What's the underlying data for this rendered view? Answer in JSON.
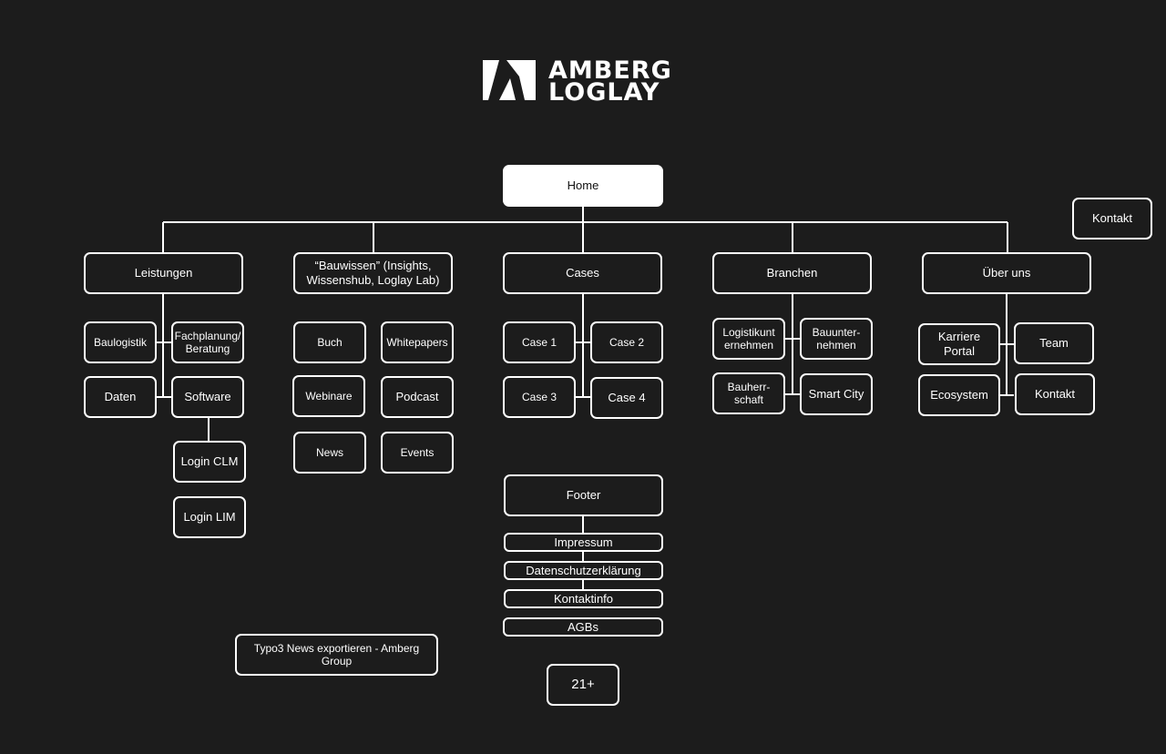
{
  "logo": {
    "line1": "AMBERG",
    "line2": "LOGLAY"
  },
  "nodes": {
    "home": "Home",
    "kontakt_top": "Kontakt",
    "leistungen": "Leistungen",
    "bauwissen": "“Bauwissen” (Insights,\nWissenshub, Loglay Lab)",
    "cases": "Cases",
    "branchen": "Branchen",
    "ueber_uns": "Über uns",
    "baulogistik": "Baulogistik",
    "fachplanung": "Fachplanung/\nBeratung",
    "daten": "Daten",
    "software": "Software",
    "login_clm": "Login CLM",
    "login_lim": "Login LIM",
    "buch": "Buch",
    "whitepapers": "Whitepapers",
    "webinare": "Webinare",
    "podcast": "Podcast",
    "news": "News",
    "events": "Events",
    "case1": "Case 1",
    "case2": "Case 2",
    "case3": "Case 3",
    "case4": "Case 4",
    "logistikunternehmen": "Logistikunt\nernehmen",
    "bauunternehmen": "Bauunter-\nnehmen",
    "bauherrschaft": "Bauherr-\nschaft",
    "smart_city": "Smart City",
    "karriere_portal": "Karriere\nPortal",
    "team": "Team",
    "ecosystem": "Ecosystem",
    "kontakt_ueber": "Kontakt",
    "footer": "Footer",
    "impressum": "Impressum",
    "datenschutz": "Datenschutzerklärung",
    "kontaktinfo": "Kontaktinfo",
    "agbs": "AGBs",
    "typo3_news": "Typo3 News exportieren - Amberg\nGroup",
    "age": "21+"
  }
}
